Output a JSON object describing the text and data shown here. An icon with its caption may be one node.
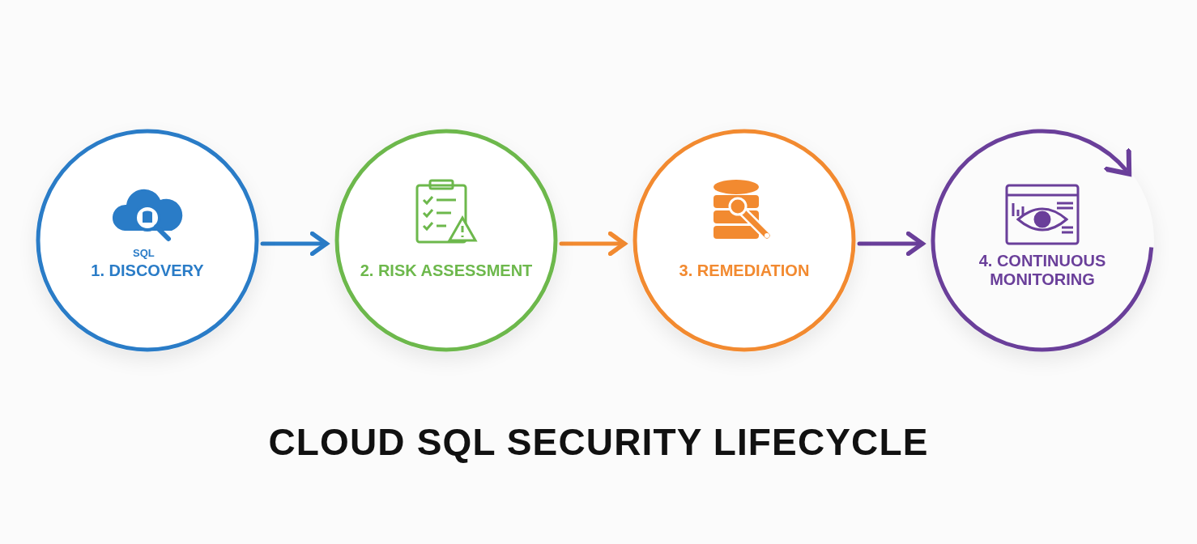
{
  "diagram": {
    "title": "CLOUD SQL SECURITY LIFECYCLE",
    "nodes": [
      {
        "text": [
          "1. DISCOVERY"
        ]
      },
      {
        "text": [
          "2. RISK ASSESSMENT"
        ]
      },
      {
        "text": [
          "3. REMEDIATION"
        ]
      },
      {
        "text": [
          "4. CONTINUOUS MONITORING"
        ]
      }
    ],
    "edges": [
      {
        "from": 0,
        "to": 1,
        "arrow": "to",
        "color": "#2a7cc7"
      },
      {
        "from": 1,
        "to": 2,
        "arrow": "to",
        "color": "#f28a30"
      },
      {
        "from": 2,
        "to": 3,
        "arrow": "to",
        "color": "#6a3f9a"
      }
    ],
    "labels": [
      "SQL"
    ]
  }
}
